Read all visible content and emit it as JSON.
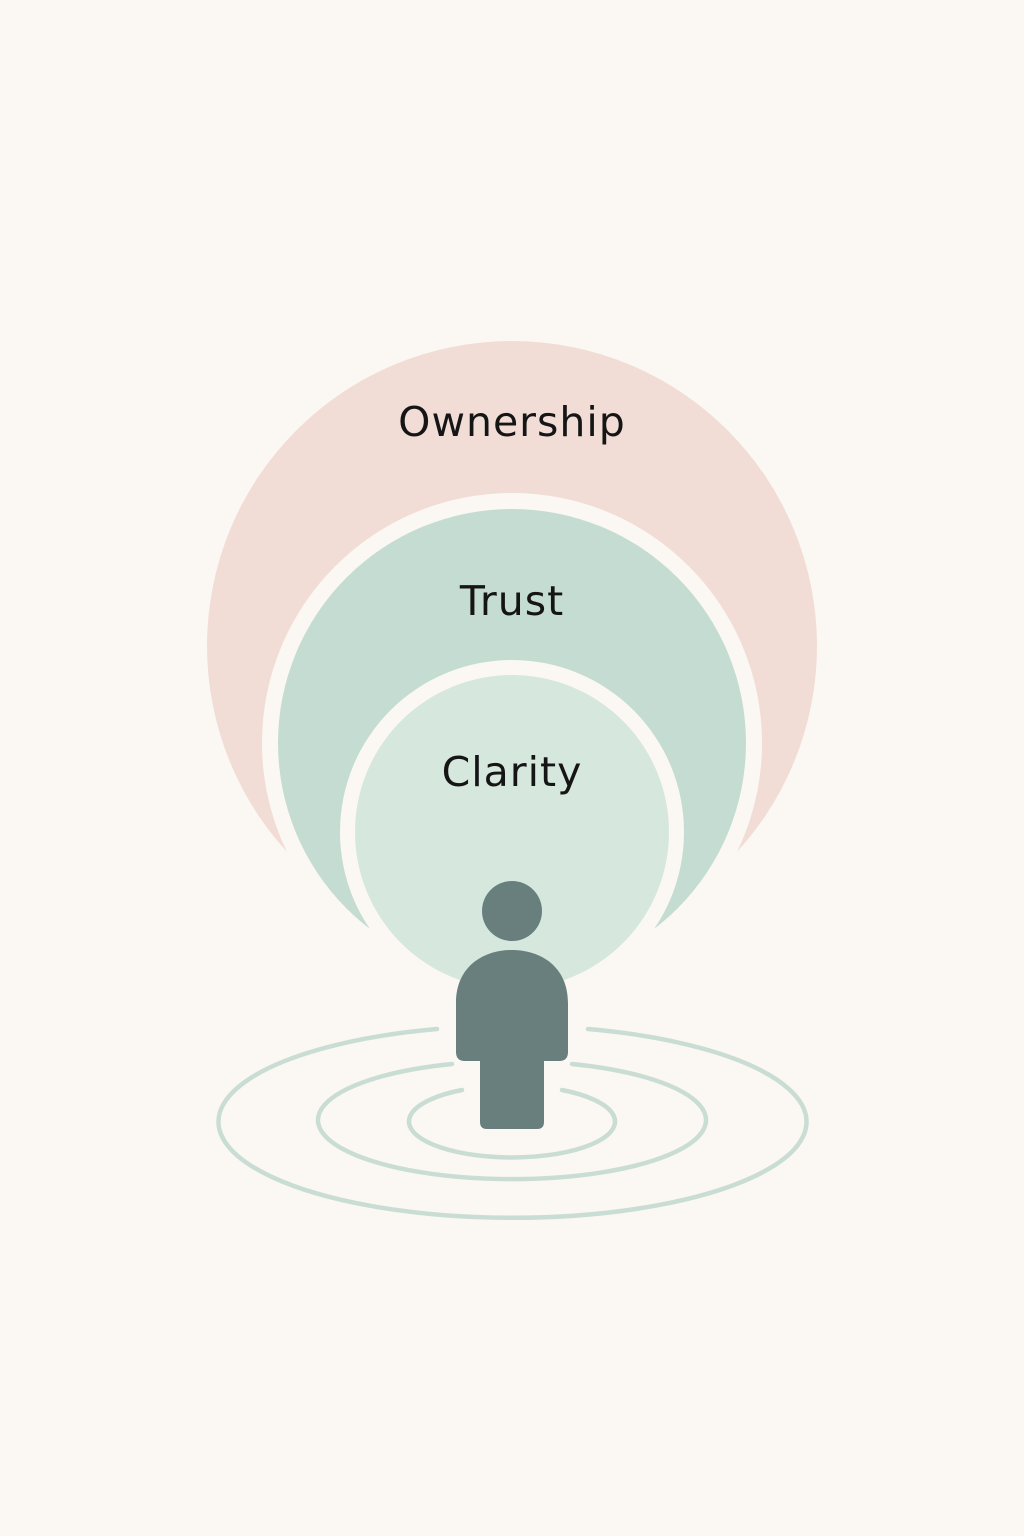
{
  "layers": [
    {
      "id": "ownership",
      "label": "Ownership",
      "color": "#f1ddd6"
    },
    {
      "id": "trust",
      "label": "Trust",
      "color": "#c5dcd3"
    },
    {
      "id": "clarity",
      "label": "Clarity",
      "color": "#d6e7dd"
    }
  ],
  "colors": {
    "background": "#fbf8f3",
    "separator": "#fbf8f3",
    "person": "#687f7e",
    "ripple": "#c9ddd5"
  },
  "icons": {
    "person": "person-icon",
    "ripples": "ripple-rings"
  }
}
